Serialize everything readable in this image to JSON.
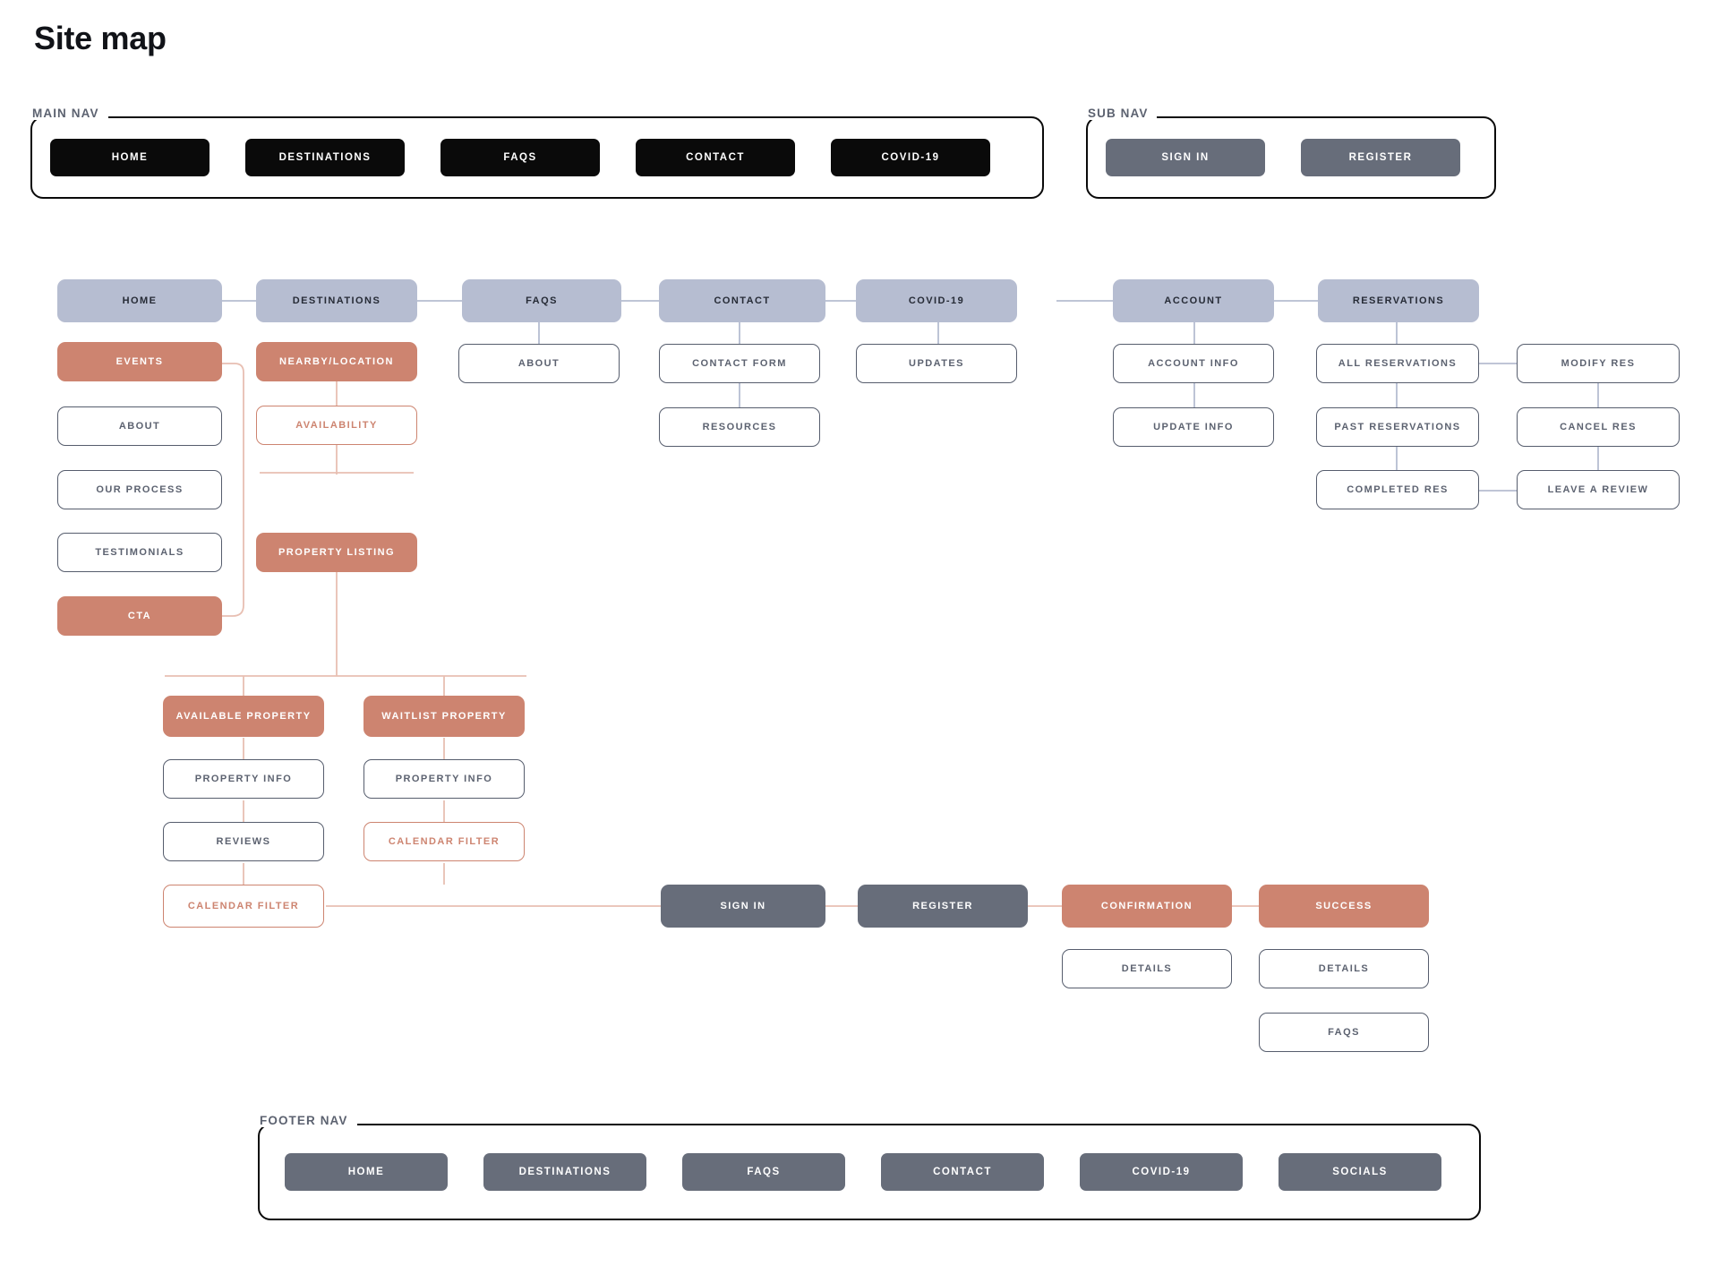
{
  "title": "Site map",
  "colors": {
    "slate": "#b6bdd1",
    "terracotta": "#cd8470",
    "grey": "#676d7a",
    "outline_stroke": "#565d6d",
    "black": "#0a0a0a",
    "label_grey": "#5c6270"
  },
  "nav_groups": [
    {
      "label": "MAIN NAV",
      "style": "black",
      "items": [
        {
          "label": "HOME"
        },
        {
          "label": "DESTINATIONS"
        },
        {
          "label": "FAQS"
        },
        {
          "label": "CONTACT"
        },
        {
          "label": "COVID-19"
        }
      ]
    },
    {
      "label": "SUB NAV",
      "style": "grey",
      "items": [
        {
          "label": "SIGN IN"
        },
        {
          "label": "REGISTER"
        }
      ]
    },
    {
      "label": "FOOTER  NAV",
      "style": "grey",
      "items": [
        {
          "label": "HOME"
        },
        {
          "label": "DESTINATIONS"
        },
        {
          "label": "FAQS"
        },
        {
          "label": "CONTACT"
        },
        {
          "label": "COVID-19"
        },
        {
          "label": "SOCIALS"
        }
      ]
    }
  ],
  "nodes": [
    {
      "id": "home",
      "label": "HOME",
      "style": "slate"
    },
    {
      "id": "destinations",
      "label": "DESTINATIONS",
      "style": "slate"
    },
    {
      "id": "faqs",
      "label": "FAQS",
      "style": "slate"
    },
    {
      "id": "contact",
      "label": "CONTACT",
      "style": "slate"
    },
    {
      "id": "covid19",
      "label": "COVID-19",
      "style": "slate"
    },
    {
      "id": "account",
      "label": "ACCOUNT",
      "style": "slate"
    },
    {
      "id": "reservations",
      "label": "RESERVATIONS",
      "style": "slate"
    },
    {
      "id": "events",
      "label": "EVENTS",
      "style": "terracotta"
    },
    {
      "id": "about_home",
      "label": "ABOUT",
      "style": "outline"
    },
    {
      "id": "our_process",
      "label": "OUR PROCESS",
      "style": "outline"
    },
    {
      "id": "testimonials",
      "label": "TESTIMONIALS",
      "style": "outline"
    },
    {
      "id": "cta",
      "label": "CTA",
      "style": "terracotta"
    },
    {
      "id": "nearby_location",
      "label": "NEARBY/LOCATION",
      "style": "terracotta"
    },
    {
      "id": "availability",
      "label": "AVAILABILITY",
      "style": "terracotta-outline"
    },
    {
      "id": "property_listing",
      "label": "PROPERTY LISTING",
      "style": "terracotta"
    },
    {
      "id": "about_faqs",
      "label": "ABOUT",
      "style": "outline"
    },
    {
      "id": "contact_form",
      "label": "CONTACT FORM",
      "style": "outline"
    },
    {
      "id": "resources",
      "label": "RESOURCES",
      "style": "outline"
    },
    {
      "id": "updates",
      "label": "UPDATES",
      "style": "outline"
    },
    {
      "id": "account_info",
      "label": "ACCOUNT INFO",
      "style": "outline"
    },
    {
      "id": "update_info",
      "label": "UPDATE INFO",
      "style": "outline"
    },
    {
      "id": "all_reservations",
      "label": "ALL RESERVATIONS",
      "style": "outline"
    },
    {
      "id": "past_reservations",
      "label": "PAST RESERVATIONS",
      "style": "outline"
    },
    {
      "id": "completed_res",
      "label": "COMPLETED RES",
      "style": "outline"
    },
    {
      "id": "modify_res",
      "label": "MODIFY RES",
      "style": "outline"
    },
    {
      "id": "cancel_res",
      "label": "CANCEL RES",
      "style": "outline"
    },
    {
      "id": "leave_a_review",
      "label": "LEAVE A REVIEW",
      "style": "outline"
    },
    {
      "id": "available_property",
      "label": "AVAILABLE PROPERTY",
      "style": "terracotta"
    },
    {
      "id": "waitlist_property",
      "label": "WAITLIST PROPERTY",
      "style": "terracotta"
    },
    {
      "id": "prop_info_a",
      "label": "PROPERTY INFO",
      "style": "outline"
    },
    {
      "id": "prop_info_b",
      "label": "PROPERTY INFO",
      "style": "outline"
    },
    {
      "id": "reviews",
      "label": "REVIEWS",
      "style": "outline"
    },
    {
      "id": "cal_filter_b",
      "label": "CALENDAR FILTER",
      "style": "terracotta-outline"
    },
    {
      "id": "cal_filter_a",
      "label": "CALENDAR FILTER",
      "style": "terracotta-outline"
    },
    {
      "id": "sign_in",
      "label": "SIGN IN",
      "style": "grey"
    },
    {
      "id": "register",
      "label": "REGISTER",
      "style": "grey"
    },
    {
      "id": "confirmation",
      "label": "CONFIRMATION",
      "style": "terracotta"
    },
    {
      "id": "success",
      "label": "SUCCESS",
      "style": "terracotta"
    },
    {
      "id": "details_conf",
      "label": "DETAILS",
      "style": "outline"
    },
    {
      "id": "details_succ",
      "label": "DETAILS",
      "style": "outline"
    },
    {
      "id": "faqs_succ",
      "label": "FAQS",
      "style": "outline"
    }
  ]
}
